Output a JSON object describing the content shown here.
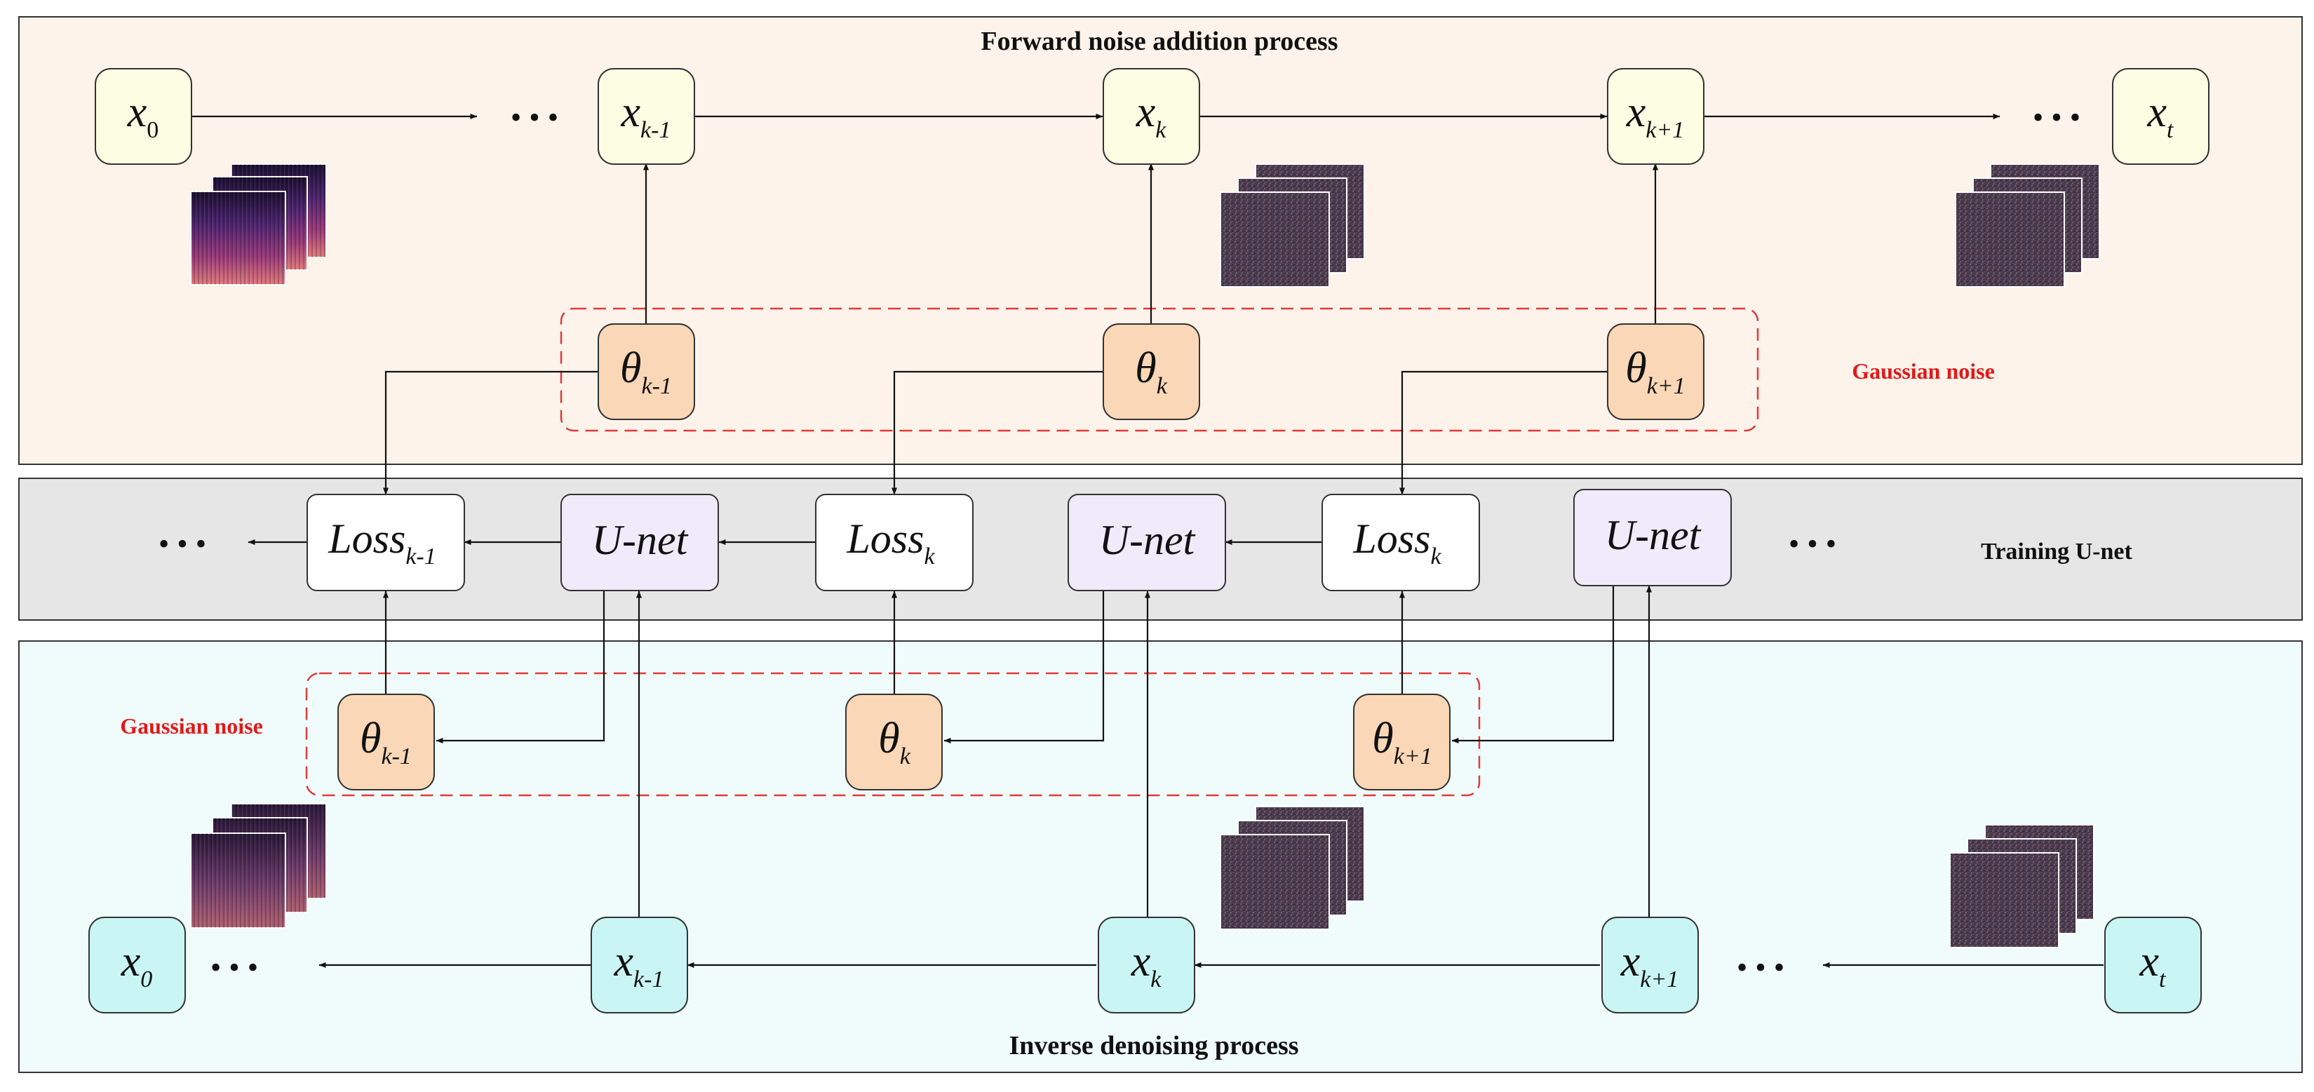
{
  "panels": {
    "forward": {
      "label": "Forward noise addition process",
      "color": "#fdf3ea"
    },
    "training": {
      "label": "Training U-net",
      "color": "#e6e6e6"
    },
    "inverse": {
      "label": "Inverse denoising process",
      "color": "#f0fcfb"
    }
  },
  "annotations": {
    "gaussian_noise": "Gaussian noise"
  },
  "colors": {
    "x_forward": "#fcfde3",
    "x_inverse": "#c9f6f5",
    "theta": "#fad7b6",
    "unet": "#efebfb",
    "loss": "#ffffff",
    "label_red": "#e01a1a",
    "dashed": "#e03a3a"
  },
  "nodes": {
    "forward": {
      "x0": {
        "main": "x",
        "sub": "0"
      },
      "xk_minus_1": {
        "main": "x",
        "sub": "k-1"
      },
      "xk": {
        "main": "x",
        "sub": "k"
      },
      "xk_plus_1": {
        "main": "x",
        "sub": "k+1"
      },
      "xt": {
        "main": "x",
        "sub": "t"
      }
    },
    "forward_theta": {
      "k_minus_1": {
        "main": "θ",
        "sub": "k-1"
      },
      "k": {
        "main": "θ",
        "sub": "k"
      },
      "k_plus_1": {
        "main": "θ",
        "sub": "k+1"
      }
    },
    "training": {
      "loss1": {
        "main": "Loss",
        "sub": "k-1"
      },
      "unet1": {
        "main": "U-net"
      },
      "loss2": {
        "main": "Loss",
        "sub": "k"
      },
      "unet2": {
        "main": "U-net"
      },
      "loss3": {
        "main": "Loss",
        "sub": "k"
      },
      "unet3": {
        "main": "U-net"
      }
    },
    "inverse_theta": {
      "k_minus_1": {
        "main": "θ",
        "sub": "k-1"
      },
      "k": {
        "main": "θ",
        "sub": "k"
      },
      "k_plus_1": {
        "main": "θ",
        "sub": "k+1"
      }
    },
    "inverse": {
      "x0": {
        "main": "x",
        "sub": "0"
      },
      "xk_minus_1": {
        "main": "x",
        "sub": "k-1"
      },
      "xk": {
        "main": "x",
        "sub": "k"
      },
      "xk_plus_1": {
        "main": "x",
        "sub": "k+1"
      },
      "xt": {
        "main": "x",
        "sub": "t"
      }
    }
  },
  "ellipsis": "• • •"
}
